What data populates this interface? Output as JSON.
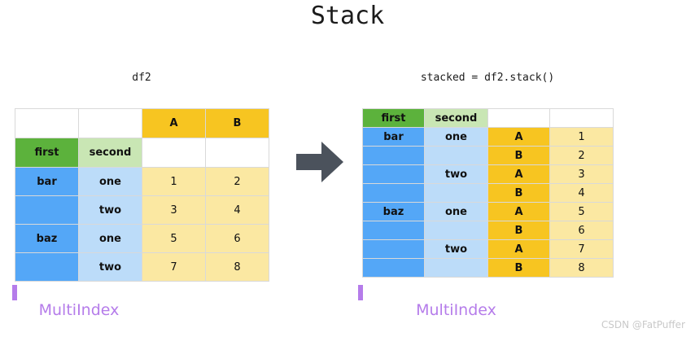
{
  "title": "Stack",
  "left_table": {
    "caption": "df2",
    "columns": [
      "",
      "",
      "A",
      "B"
    ],
    "header_rows": [
      {
        "cells": [
          {
            "text": "",
            "style": "empty"
          },
          {
            "text": "",
            "style": "empty"
          },
          {
            "text": "A",
            "style": "goldhead"
          },
          {
            "text": "B",
            "style": "goldhead"
          }
        ]
      },
      {
        "cells": [
          {
            "text": "first",
            "style": "green-dark"
          },
          {
            "text": "second",
            "style": "green-light"
          },
          {
            "text": "",
            "style": "empty"
          },
          {
            "text": "",
            "style": "empty"
          }
        ]
      }
    ],
    "body_rows": [
      {
        "cells": [
          {
            "text": "bar",
            "style": "blue"
          },
          {
            "text": "one",
            "style": "blue-light"
          },
          {
            "text": "1",
            "style": "yellow"
          },
          {
            "text": "2",
            "style": "yellow"
          }
        ]
      },
      {
        "cells": [
          {
            "text": "",
            "style": "blue"
          },
          {
            "text": "two",
            "style": "blue-light"
          },
          {
            "text": "3",
            "style": "yellow"
          },
          {
            "text": "4",
            "style": "yellow"
          }
        ]
      },
      {
        "cells": [
          {
            "text": "baz",
            "style": "blue"
          },
          {
            "text": "one",
            "style": "blue-light"
          },
          {
            "text": "5",
            "style": "yellow"
          },
          {
            "text": "6",
            "style": "yellow"
          }
        ]
      },
      {
        "cells": [
          {
            "text": "",
            "style": "blue"
          },
          {
            "text": "two",
            "style": "blue-light"
          },
          {
            "text": "7",
            "style": "yellow"
          },
          {
            "text": "8",
            "style": "yellow"
          }
        ]
      }
    ],
    "multiindex_label": "MultiIndex"
  },
  "right_table": {
    "caption": "stacked = df2.stack()",
    "header_rows": [
      {
        "cells": [
          {
            "text": "first",
            "style": "green-dark"
          },
          {
            "text": "second",
            "style": "green-light"
          },
          {
            "text": "",
            "style": "empty"
          },
          {
            "text": "",
            "style": "empty"
          }
        ]
      }
    ],
    "body_rows": [
      {
        "cells": [
          {
            "text": "bar",
            "style": "blue"
          },
          {
            "text": "one",
            "style": "blue-light"
          },
          {
            "text": "A",
            "style": "gold"
          },
          {
            "text": "1",
            "style": "yellow"
          }
        ]
      },
      {
        "cells": [
          {
            "text": "",
            "style": "blue"
          },
          {
            "text": "",
            "style": "blue-light"
          },
          {
            "text": "B",
            "style": "gold"
          },
          {
            "text": "2",
            "style": "yellow"
          }
        ]
      },
      {
        "cells": [
          {
            "text": "",
            "style": "blue"
          },
          {
            "text": "two",
            "style": "blue-light"
          },
          {
            "text": "A",
            "style": "gold"
          },
          {
            "text": "3",
            "style": "yellow"
          }
        ]
      },
      {
        "cells": [
          {
            "text": "",
            "style": "blue"
          },
          {
            "text": "",
            "style": "blue-light"
          },
          {
            "text": "B",
            "style": "gold"
          },
          {
            "text": "4",
            "style": "yellow"
          }
        ]
      },
      {
        "cells": [
          {
            "text": "baz",
            "style": "blue"
          },
          {
            "text": "one",
            "style": "blue-light"
          },
          {
            "text": "A",
            "style": "gold"
          },
          {
            "text": "5",
            "style": "yellow"
          }
        ]
      },
      {
        "cells": [
          {
            "text": "",
            "style": "blue"
          },
          {
            "text": "",
            "style": "blue-light"
          },
          {
            "text": "B",
            "style": "gold"
          },
          {
            "text": "6",
            "style": "yellow"
          }
        ]
      },
      {
        "cells": [
          {
            "text": "",
            "style": "blue"
          },
          {
            "text": "two",
            "style": "blue-light"
          },
          {
            "text": "A",
            "style": "gold"
          },
          {
            "text": "7",
            "style": "yellow"
          }
        ]
      },
      {
        "cells": [
          {
            "text": "",
            "style": "blue"
          },
          {
            "text": "",
            "style": "blue-light"
          },
          {
            "text": "B",
            "style": "gold"
          },
          {
            "text": "8",
            "style": "yellow"
          }
        ]
      }
    ],
    "multiindex_label": "MultiIndex"
  },
  "arrow": {
    "name": "right-arrow-icon",
    "color": "#4b525c"
  },
  "colors": {
    "gold_header": "#f7c521",
    "light_yellow": "#fbe8a2",
    "green_dark": "#5cb23c",
    "green_light": "#c9e6b4",
    "blue": "#54a7f7",
    "blue_light": "#bcdcf9",
    "purple": "#b57cea",
    "grid_border": "#d9d9d9",
    "title_text": "#1b1b1b",
    "watermark": "#c9c9c9"
  },
  "watermark": "CSDN @FatPuffer"
}
